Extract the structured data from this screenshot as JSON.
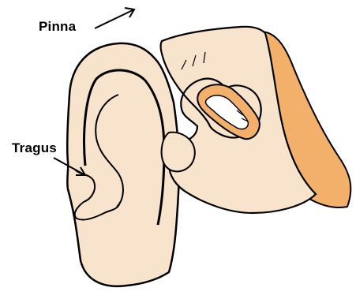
{
  "labels": {
    "pinna": "Pinna",
    "tragus": "Tragus"
  },
  "colors": {
    "skin": "#f8e3cc",
    "shadow": "#f2b06a",
    "outline": "#000000",
    "background": "#ffffff"
  },
  "icons": {
    "ear": "ear-illustration",
    "hand": "hand-pulling-pinna-illustration"
  }
}
